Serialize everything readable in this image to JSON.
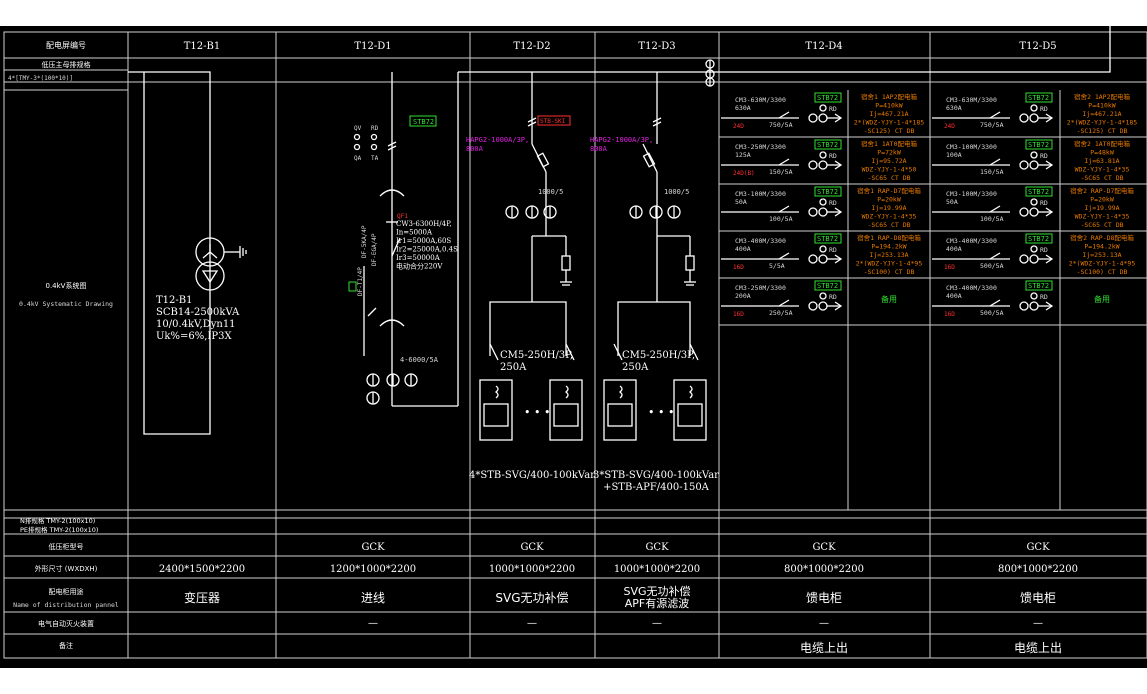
{
  "row_labels": {
    "panel_no": "配电屏编号",
    "busbar": "低压主母排规格",
    "busbar_spec": "4*[TMY-3*(100*10)]",
    "system_cn": "0.4kV系统图",
    "system_en": "0.4kV Systematic Drawing",
    "n_bus": "N排规格 TMY-2(100x10)",
    "pe_bus": "PE排规格 TMY-2(100x10)",
    "cabinet_model": "低压柜型号",
    "dimensions": "外形尺寸 (WXDXH)",
    "usage_cn": "配电柜用途",
    "usage_en": "Name of distribution pannel",
    "fire": "电气自动灭火装置",
    "remark": "备注"
  },
  "panels": [
    {
      "id": "T12-B1",
      "model": "",
      "size": "2400*1500*2200",
      "usage": "变压器",
      "fire": "",
      "remark": ""
    },
    {
      "id": "T12-D1",
      "model": "GCK",
      "size": "1200*1000*2200",
      "usage": "进线",
      "fire": "—",
      "remark": ""
    },
    {
      "id": "T12-D2",
      "model": "GCK",
      "size": "1000*1000*2200",
      "usage": "SVG无功补偿",
      "fire": "—",
      "remark": ""
    },
    {
      "id": "T12-D3",
      "model": "GCK",
      "size": "1000*1000*2200",
      "usage": "SVG无功补偿",
      "usage2": "APF有源滤波",
      "fire": "—",
      "remark": ""
    },
    {
      "id": "T12-D4",
      "model": "GCK",
      "size": "800*1000*2200",
      "usage": "馈电柜",
      "fire": "—",
      "remark": "电缆上出"
    },
    {
      "id": "T12-D5",
      "model": "GCK",
      "size": "800*1000*2200",
      "usage": "馈电柜",
      "fire": "—",
      "remark": "电缆上出"
    }
  ],
  "transformer": {
    "name": "T12-B1",
    "model": "SCB14-2500kVA",
    "ratio": "10/0.4kV,Dyn11",
    "uk": "Uk%=6%,IP3X"
  },
  "d1": {
    "label_stb": "STB72",
    "meter1": "QV",
    "meter2": "RD",
    "meter3": "QA",
    "meter4": "TA",
    "breaker_no": "QF1",
    "breaker": [
      "CW3-6300H/4P,",
      "In=5000A",
      "Ir1=5000A,60S",
      "Ir2=25000A,0.4S",
      "Ir3=50000A",
      "电动合分220V"
    ],
    "side1": "DF-T1/4P",
    "side2": "DF-EGA/4P",
    "side3": "DF-5KA/4P",
    "ct": "4-6000/5A"
  },
  "d2": {
    "fuse": "HAPG2-1000A/3P,",
    "fuse_rating": "800A",
    "tag": "STB-SKI",
    "ct": "1000/5",
    "branch": "CM5-250H/3P,",
    "branch_rating": "250A",
    "dots": "• • •",
    "caption": "4*STB-SVG/400-100kVar"
  },
  "d3": {
    "fuse": "HAPG2-1000A/3P,",
    "fuse_rating": "800A",
    "ct": "1000/5",
    "branch": "CM5-250H/3P,",
    "branch_rating": "250A",
    "dots": "• • •",
    "caption": "3*STB-SVG/400-100kVar",
    "caption2": "+STB-APF/400-150A"
  },
  "d4_feeders": [
    {
      "breaker": "CM3-630M/3300",
      "rating": "630A",
      "ct": "750/5A",
      "tag": "STB72",
      "no": "24D",
      "desc": [
        "宿舍1 1AP2配电箱",
        "P=410kW",
        "Ij=467.21A",
        "2*(WDZ-YJY-1-4*185",
        "-SC125) CT DB"
      ]
    },
    {
      "breaker": "CM3-250M/3300",
      "rating": "125A",
      "ct": "150/5A",
      "tag": "STB72",
      "no": "24D(B)",
      "desc": [
        "宿舍1 1AT0配电箱",
        "P=72kW",
        "Ij=95.72A",
        "WDZ-YJY-1-4*50",
        "-SC65 CT DB"
      ]
    },
    {
      "breaker": "CM3-100M/3300",
      "rating": "50A",
      "ct": "100/5A",
      "tag": "STB72",
      "no": "",
      "desc": [
        "宿舍1 RAP-D7配电箱",
        "P=20kW",
        "Ij=19.99A",
        "WDZ-YJY-1-4*35",
        "-SC65 CT DB"
      ]
    },
    {
      "breaker": "CM3-400M/3300",
      "rating": "400A",
      "ct": "5/5A",
      "tag": "STB72",
      "no": "16D",
      "desc": [
        "宿舍1 RAP-D8配电箱",
        "P=194.2kW",
        "Ij=253.13A",
        "2*(WDZ-YJY-1-4*95",
        "-SC100) CT DB"
      ]
    },
    {
      "breaker": "CM3-250M/3300",
      "rating": "200A",
      "ct": "250/5A",
      "tag": "STB72",
      "no": "16D",
      "desc": [],
      "spare": "备用"
    }
  ],
  "d5_feeders": [
    {
      "breaker": "CM3-630M/3300",
      "rating": "630A",
      "ct": "750/5A",
      "tag": "STB72",
      "no": "24D",
      "desc": [
        "宿舍2 1AP2配电箱",
        "P=410kW",
        "Ij=467.21A",
        "2*(WDZ-YJY-1-4*185",
        "-SC125) CT DB"
      ]
    },
    {
      "breaker": "CM3-100M/3300",
      "rating": "100A",
      "ct": "150/5A",
      "tag": "STB72",
      "no": "",
      "desc": [
        "宿舍2 1AT0配电箱",
        "P=48kW",
        "Ij=63.81A",
        "WDZ-YJY-1-4*35",
        "-SC65 CT DB"
      ]
    },
    {
      "breaker": "CM3-100M/3300",
      "rating": "50A",
      "ct": "100/5A",
      "tag": "STB72",
      "no": "",
      "desc": [
        "宿舍2 RAP-D7配电箱",
        "P=20kW",
        "Ij=19.99A",
        "WDZ-YJY-1-4*35",
        "-SC65 CT DB"
      ]
    },
    {
      "breaker": "CM3-400M/3300",
      "rating": "400A",
      "ct": "500/5A",
      "tag": "STB72",
      "no": "16D",
      "desc": [
        "宿舍2 RAP-D8配电箱",
        "P=194.2kW",
        "Ij=253.13A",
        "2*(WDZ-YJY-1-4*95",
        "-SC100) CT DB"
      ]
    },
    {
      "breaker": "CM3-400M/3300",
      "rating": "400A",
      "ct": "500/5A",
      "tag": "STB72",
      "no": "16D",
      "desc": [],
      "spare": "备用"
    }
  ],
  "rd_label": "RD"
}
